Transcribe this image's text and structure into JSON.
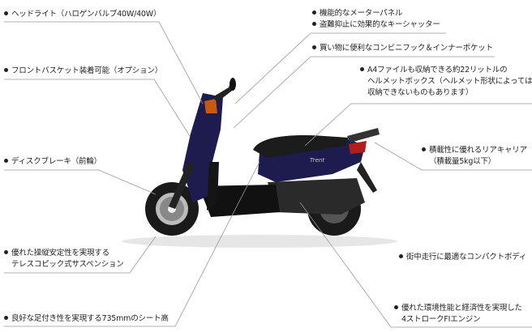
{
  "callouts": {
    "headlight": [
      "ヘッドライト（ハロゲンバルブ40W/40W）"
    ],
    "basket": [
      "フロントバスケット装着可能（オプション）"
    ],
    "brake": [
      "ディスクブレーキ（前輪）"
    ],
    "suspension": [
      "優れた操縦安定性を実現する",
      "テレスコピック式サスペンション"
    ],
    "seat_height": [
      "良好な足付き性を実現する735mmのシート高"
    ],
    "meter": [
      "機能的なメーターパネル",
      "盗難抑止に効果的なキーシャッター"
    ],
    "hook": [
      "買い物に便利なコンビニフック＆インナーポケット"
    ],
    "helmet_box": [
      "A4ファイルも収納できる約22リットルの",
      "ヘルメットボックス（ヘルメット形状によっては",
      "収納できないものもあります）"
    ],
    "carrier": [
      "積載性に優れるリアキャリア",
      "（積載量5kg以下）"
    ],
    "compact": [
      "街中走行に最適なコンパクトボディ"
    ],
    "engine": [
      "優れた環境性能と経済性を実現した",
      "4ストロークFIエンジン"
    ]
  },
  "scooter": {
    "badge": "Trent",
    "body_color": "#1e1b4f"
  }
}
